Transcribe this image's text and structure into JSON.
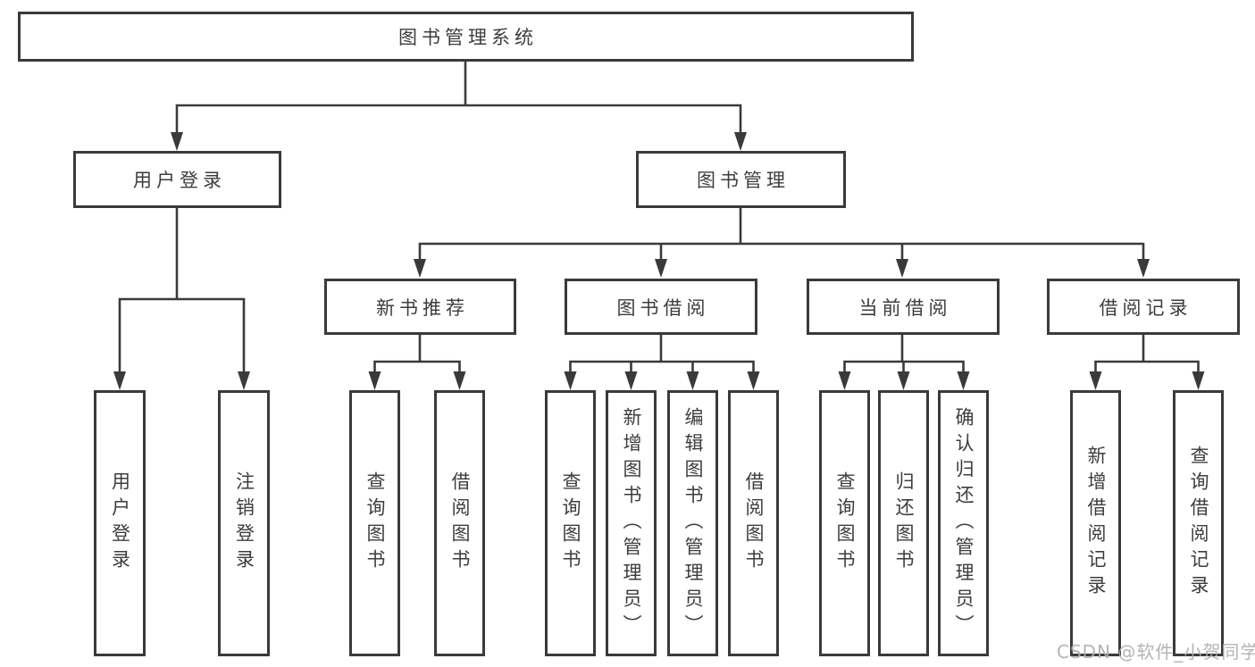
{
  "tree": {
    "label": "图书管理系统",
    "children": [
      {
        "label": "用户登录",
        "children": [
          {
            "label": "用户登录"
          },
          {
            "label": "注销登录"
          }
        ]
      },
      {
        "label": "图书管理",
        "children": [
          {
            "label": "新书推荐",
            "children": [
              {
                "label": "查询图书"
              },
              {
                "label": "借阅图书"
              }
            ]
          },
          {
            "label": "图书借阅",
            "children": [
              {
                "label": "查询图书"
              },
              {
                "label": "新增图书（管理员）"
              },
              {
                "label": "编辑图书（管理员）"
              },
              {
                "label": "借阅图书"
              }
            ]
          },
          {
            "label": "当前借阅",
            "children": [
              {
                "label": "查询图书"
              },
              {
                "label": "归还图书"
              },
              {
                "label": "确认归还（管理员）"
              }
            ]
          },
          {
            "label": "借阅记录",
            "children": [
              {
                "label": "新增借阅记录"
              },
              {
                "label": "查询借阅记录"
              }
            ]
          }
        ]
      }
    ]
  },
  "watermark": {
    "text": "CSDN @软件_小贺同学"
  },
  "colors": {
    "line": "#3a3a3a",
    "box_border": "#3a3a3a",
    "text": "#3d3d3d",
    "watermark": "#aeaeae",
    "background": "#ffffff"
  }
}
